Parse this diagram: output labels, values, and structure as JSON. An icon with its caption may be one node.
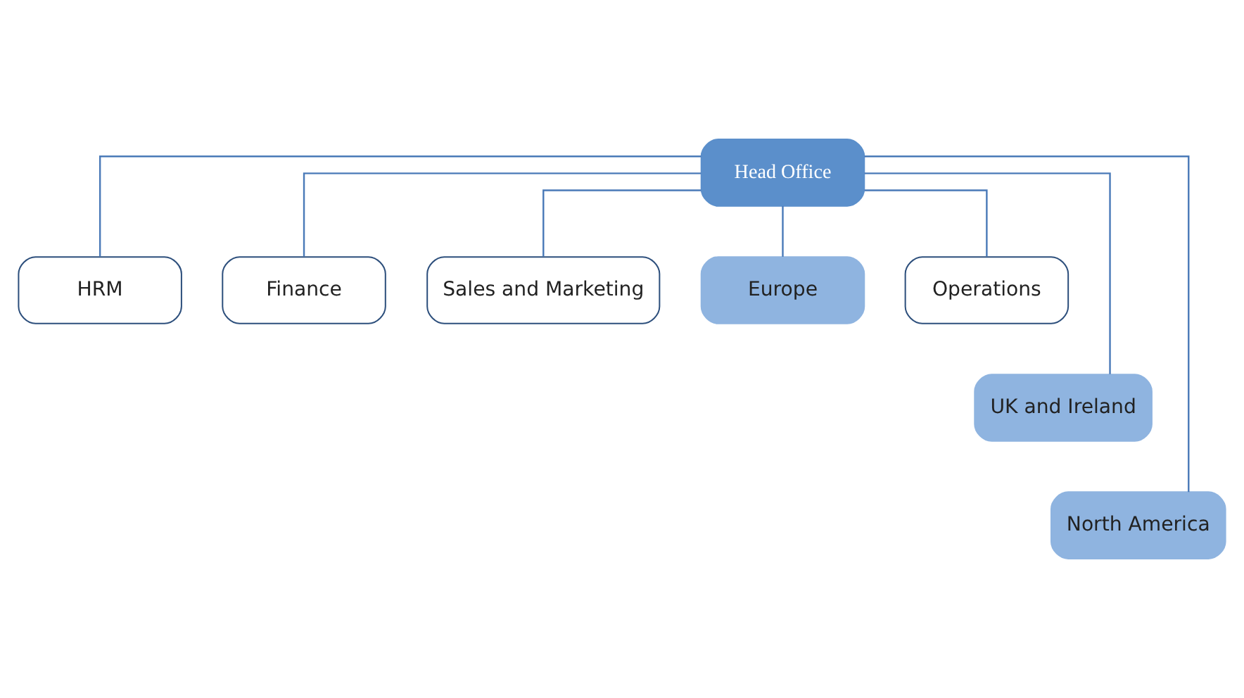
{
  "diagram": {
    "nodes": [
      {
        "text": [
          "Head Office"
        ]
      },
      {
        "text": [
          "Operations"
        ]
      },
      {
        "text": [
          "HRM"
        ]
      },
      {
        "text": [
          "Finance"
        ]
      },
      {
        "text": [
          "Sales and Marketing"
        ]
      },
      {
        "text": [
          "Europe"
        ]
      },
      {
        "text": [
          "UK and Ireland"
        ]
      },
      {
        "text": [
          "North America"
        ]
      }
    ],
    "edges": [
      {
        "from": 0,
        "to": 1,
        "arrow": "none"
      },
      {
        "from": 0,
        "to": 2,
        "arrow": "none"
      },
      {
        "from": 0,
        "to": 3,
        "arrow": "none"
      },
      {
        "from": 0,
        "to": 4,
        "arrow": "none"
      },
      {
        "from": 0,
        "to": 5,
        "arrow": "none"
      },
      {
        "from": 0,
        "to": 6,
        "arrow": "none"
      },
      {
        "from": 0,
        "to": 7,
        "arrow": "none"
      }
    ]
  }
}
